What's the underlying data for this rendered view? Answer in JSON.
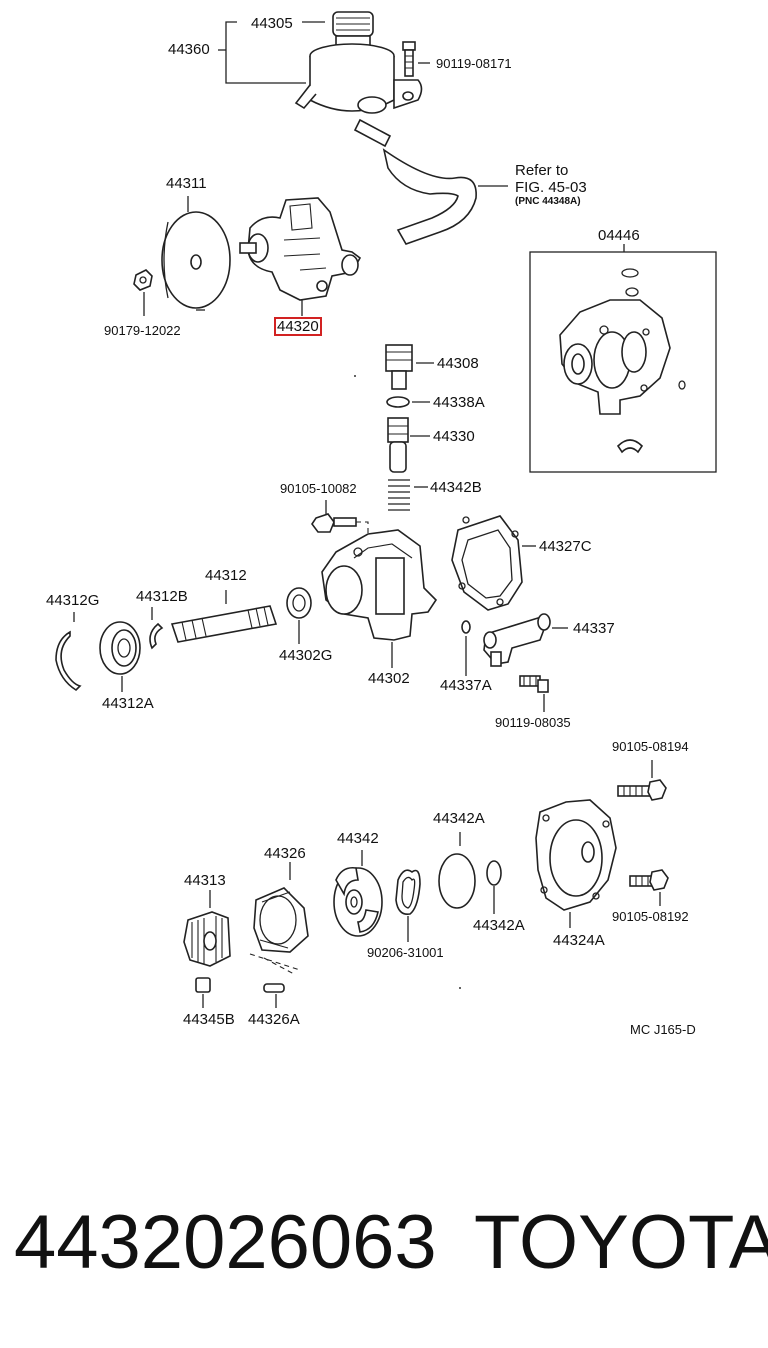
{
  "diagram": {
    "parts": [
      {
        "id": "p44305",
        "label": "44305",
        "highlight": false
      },
      {
        "id": "p44360",
        "label": "44360",
        "highlight": false
      },
      {
        "id": "p9011908171",
        "label": "90119-08171",
        "highlight": false
      },
      {
        "id": "p44311",
        "label": "44311",
        "highlight": false
      },
      {
        "id": "p9017912022",
        "label": "90179-12022",
        "highlight": false
      },
      {
        "id": "p44320",
        "label": "44320",
        "highlight": true
      },
      {
        "id": "p04446",
        "label": "04446",
        "highlight": false
      },
      {
        "id": "p44308",
        "label": "44308",
        "highlight": false
      },
      {
        "id": "p44338A",
        "label": "44338A",
        "highlight": false
      },
      {
        "id": "p44330",
        "label": "44330",
        "highlight": false
      },
      {
        "id": "p44342B",
        "label": "44342B",
        "highlight": false
      },
      {
        "id": "p9010510082",
        "label": "90105-10082",
        "highlight": false
      },
      {
        "id": "p44327C",
        "label": "44327C",
        "highlight": false
      },
      {
        "id": "p44312",
        "label": "44312",
        "highlight": false
      },
      {
        "id": "p44312G",
        "label": "44312G",
        "highlight": false
      },
      {
        "id": "p44312B",
        "label": "44312B",
        "highlight": false
      },
      {
        "id": "p44302G",
        "label": "44302G",
        "highlight": false
      },
      {
        "id": "p44302",
        "label": "44302",
        "highlight": false
      },
      {
        "id": "p44337",
        "label": "44337",
        "highlight": false
      },
      {
        "id": "p44337A",
        "label": "44337A",
        "highlight": false
      },
      {
        "id": "p44312A",
        "label": "44312A",
        "highlight": false
      },
      {
        "id": "p9011908035",
        "label": "90119-08035",
        "highlight": false
      },
      {
        "id": "p9010508194",
        "label": "90105-08194",
        "highlight": false
      },
      {
        "id": "p44342A_top",
        "label": "44342A",
        "highlight": false
      },
      {
        "id": "p44342",
        "label": "44342",
        "highlight": false
      },
      {
        "id": "p44326",
        "label": "44326",
        "highlight": false
      },
      {
        "id": "p44313",
        "label": "44313",
        "highlight": false
      },
      {
        "id": "p9010508192",
        "label": "90105-08192",
        "highlight": false
      },
      {
        "id": "p44342A_bot",
        "label": "44342A",
        "highlight": false
      },
      {
        "id": "p44324A",
        "label": "44324A",
        "highlight": false
      },
      {
        "id": "p9020631001",
        "label": "90206-31001",
        "highlight": false
      },
      {
        "id": "p44345B",
        "label": "44345B",
        "highlight": false
      },
      {
        "id": "p44326A",
        "label": "44326A",
        "highlight": false
      }
    ],
    "refer": {
      "line1": "Refer to",
      "line2": "FIG. 45-03",
      "line3": "(PNC 44348A)"
    },
    "figure_code": "MC J165-D",
    "highlight_color": "#d22222"
  },
  "footer": {
    "part_number": "4432026063",
    "brand": "TOYOTA"
  }
}
